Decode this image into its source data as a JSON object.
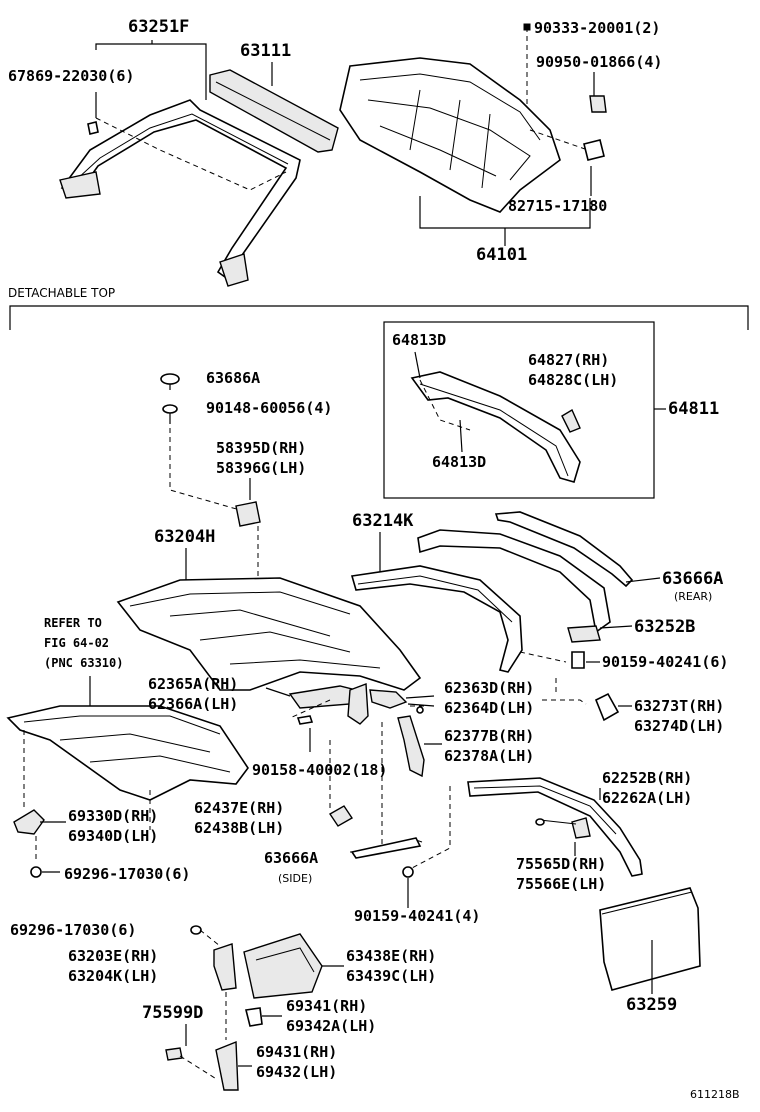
{
  "header_detachable_top": "DETACHABLE TOP",
  "figure_id": "611218B",
  "refer_note": {
    "line1": "REFER TO",
    "line2": "FIG 64-02",
    "line3": "(PNC 63310)"
  },
  "labels": {
    "p63251F": "63251F",
    "p67869": "67869-22030(6)",
    "p63111": "63111",
    "p90333": "90333-20001(2)",
    "p90950": "90950-01866(4)",
    "p82715": "82715-17180",
    "p64101": "64101",
    "p64813D_a": "64813D",
    "p64827": "64827(RH)",
    "p64828C": "64828C(LH)",
    "p64811": "64811",
    "p64813D_b": "64813D",
    "p63686A": "63686A",
    "p90148": "90148-60056(4)",
    "p58395D": "58395D(RH)",
    "p58396G": "58396G(LH)",
    "p63204H": "63204H",
    "p63214K": "63214K",
    "p63666A_rear": "63666A",
    "rear_note": "(REAR)",
    "p63252B": "63252B",
    "p90159_6": "90159-40241(6)",
    "p62365A": "62365A(RH)",
    "p62366A": "62366A(LH)",
    "p62363D": "62363D(RH)",
    "p62364D": "62364D(LH)",
    "p63273T": "63273T(RH)",
    "p63274D": "63274D(LH)",
    "p62377B": "62377B(RH)",
    "p62378A": "62378A(LH)",
    "p90158": "90158-40002(18)",
    "p69330D": "69330D(RH)",
    "p69340D": "69340D(LH)",
    "p62437E": "62437E(RH)",
    "p62438B": "62438B(LH)",
    "p62252B": "62252B(RH)",
    "p62262A": "62262A(LH)",
    "p69296_a": "69296-17030(6)",
    "p63666A_side": "63666A",
    "side_note": "(SIDE)",
    "p75565D": "75565D(RH)",
    "p75566E": "75566E(LH)",
    "p90159_4": "90159-40241(4)",
    "p69296_b": "69296-17030(6)",
    "p63203E": "63203E(RH)",
    "p63204K": "63204K(LH)",
    "p63438E": "63438E(RH)",
    "p63439C": "63439C(LH)",
    "p75599D": "75599D",
    "p69341": "69341(RH)",
    "p69342A": "69342A(LH)",
    "p63259": "63259",
    "p69431": "69431(RH)",
    "p69432": "69432(LH)"
  }
}
